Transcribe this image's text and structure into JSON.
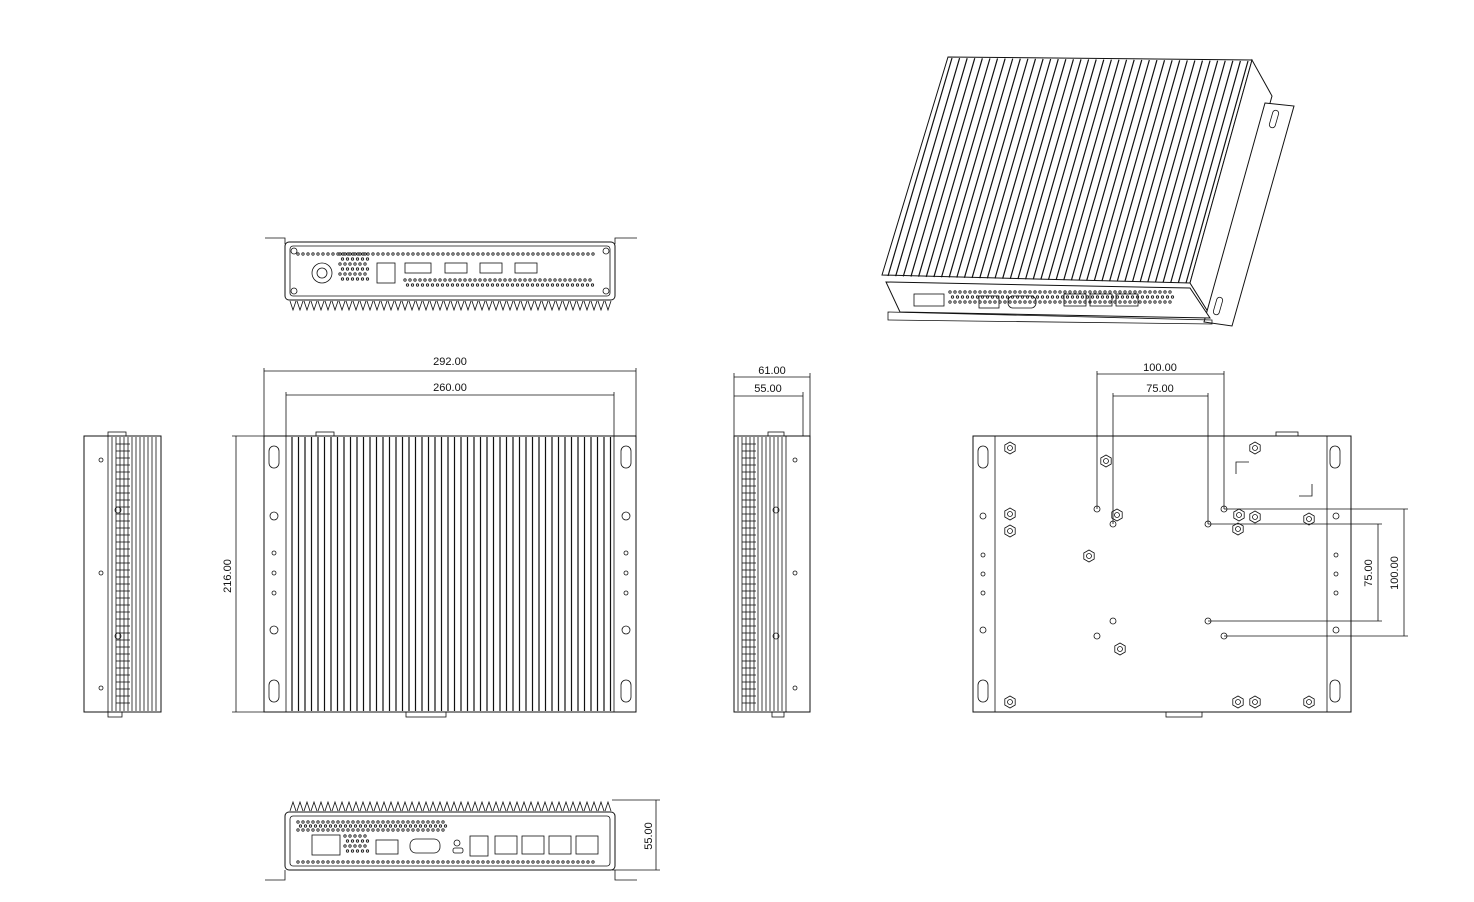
{
  "dimensions": {
    "front_outer_width": "292.00",
    "front_inner_width": "260.00",
    "front_depth": "216.00",
    "side_outer_width": "61.00",
    "side_inner_width": "55.00",
    "rear_height": "55.00",
    "vesa_large_horizontal": "100.00",
    "vesa_small_horizontal": "75.00",
    "vesa_small_vertical": "75.00",
    "vesa_large_vertical": "100.00"
  },
  "colors": {
    "line": "#111111",
    "background": "#ffffff"
  }
}
